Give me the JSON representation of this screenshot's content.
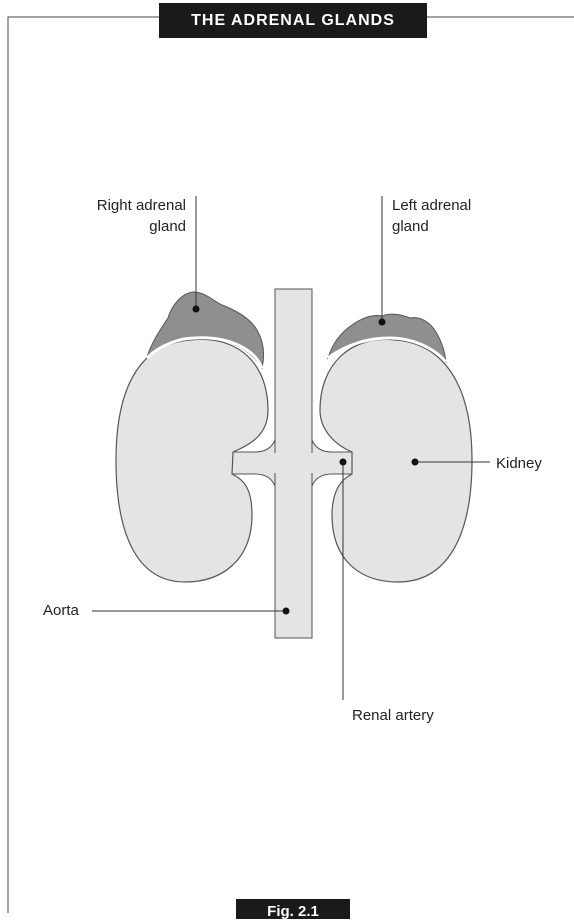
{
  "title": "THE ADRENAL GLANDS",
  "figure_label": "Fig. 2.1",
  "labels": {
    "right_adrenal": [
      "Right adrenal",
      "gland"
    ],
    "left_adrenal": [
      "Left adrenal",
      "gland"
    ],
    "kidney": "Kidney",
    "aorta": "Aorta",
    "renal_artery": "Renal artery"
  },
  "colors": {
    "kidney_fill": "#e4e4e4",
    "gland_fill": "#8f8f8f",
    "outline": "#555555",
    "title_bg": "#1a1a1a"
  }
}
